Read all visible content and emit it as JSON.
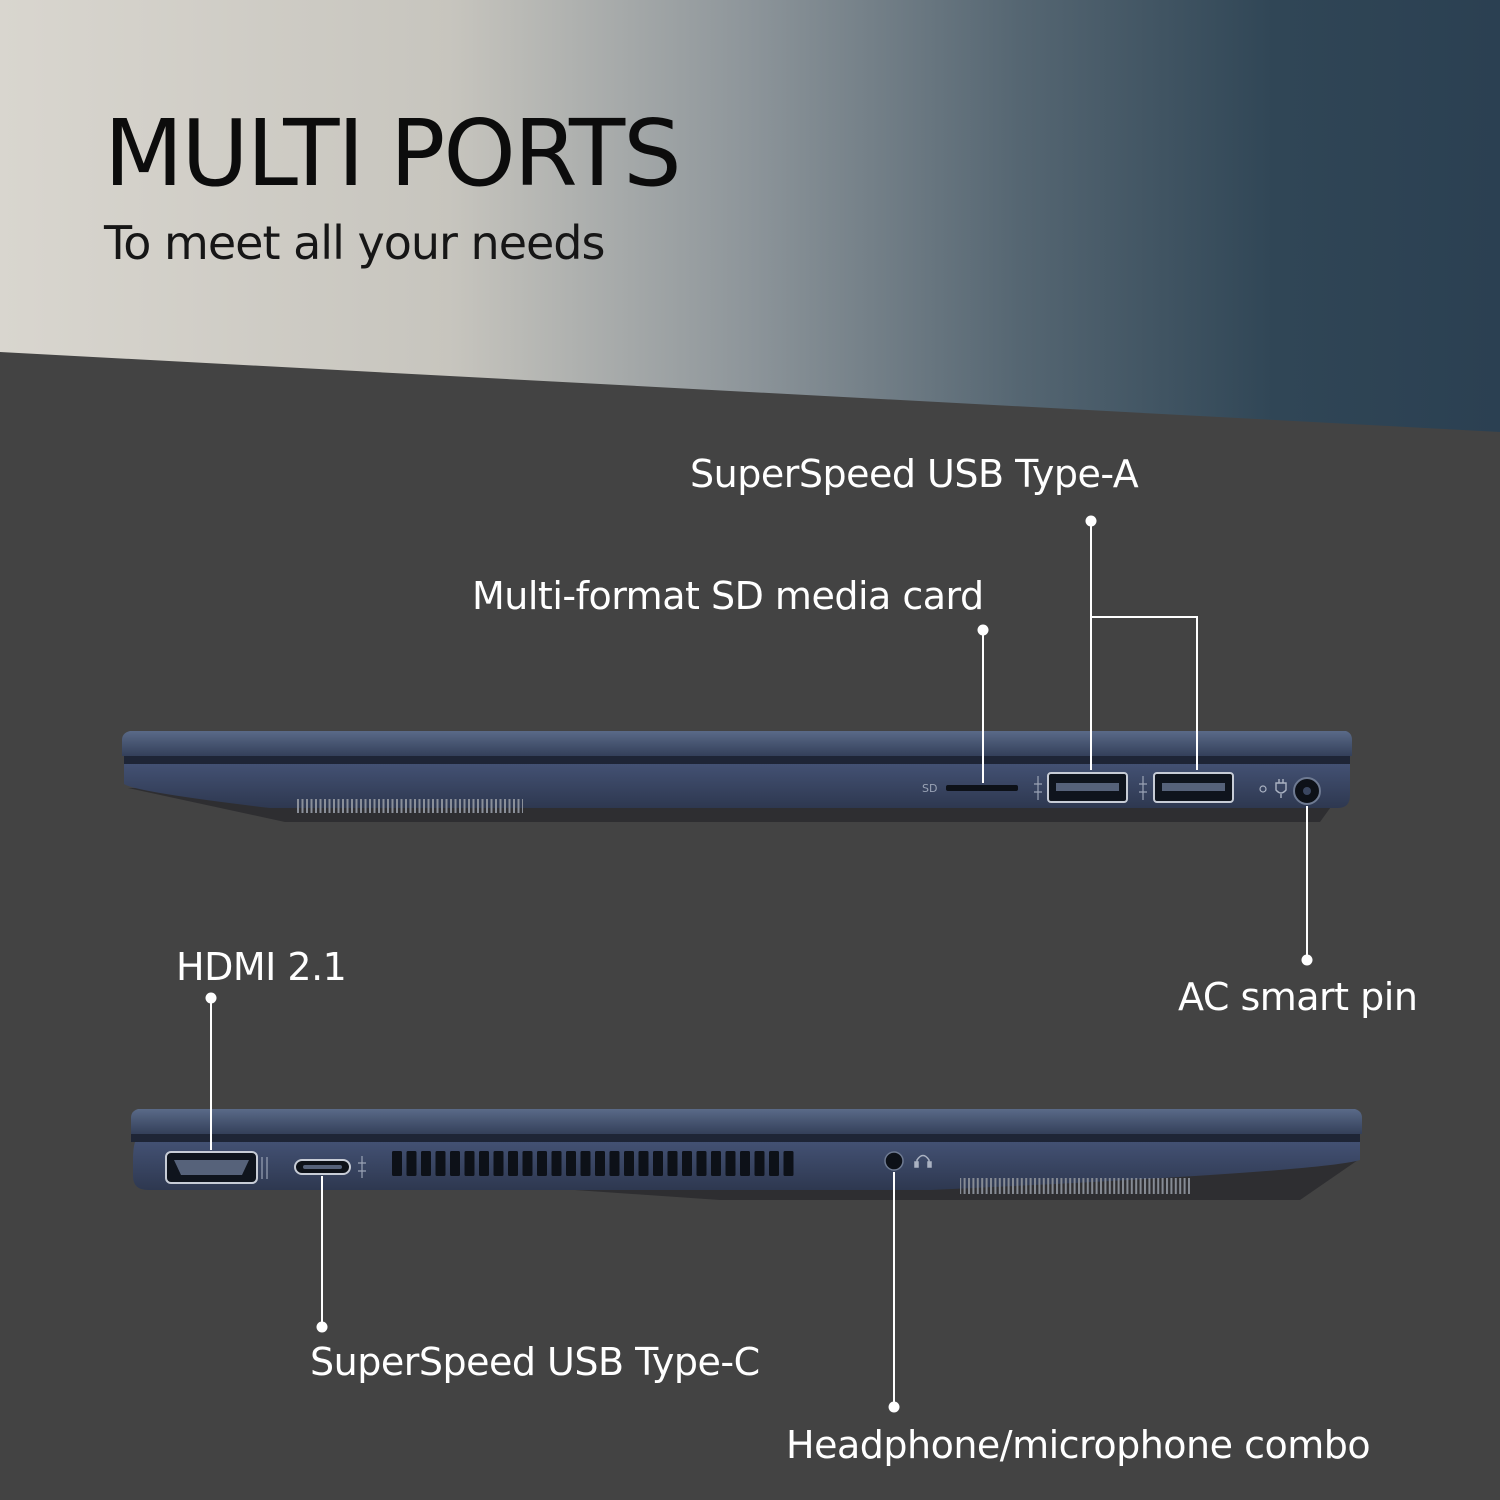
{
  "header": {
    "title": "MULTI PORTS",
    "subtitle": "To meet all your needs"
  },
  "callouts": {
    "usb_a": "SuperSpeed USB Type-A",
    "sd_card": "Multi-format SD media card",
    "ac_pin": "AC smart pin",
    "hdmi": "HDMI 2.1",
    "usb_c": "SuperSpeed USB Type-C",
    "audio": "Headphone/microphone combo"
  },
  "port_markings": {
    "sd": "SD"
  },
  "colors": {
    "background": "#434343",
    "laptop_body": "#39455e",
    "header_light": "#d6d3cc",
    "header_dark": "#2d4254",
    "callout_line": "#ffffff"
  }
}
